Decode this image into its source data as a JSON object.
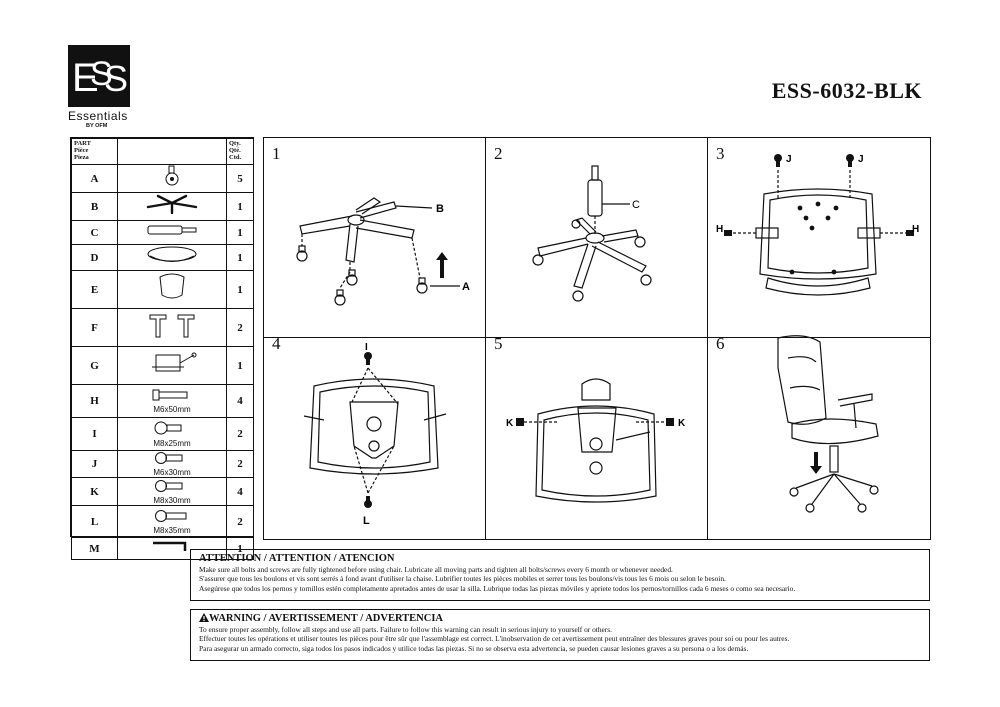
{
  "brand": {
    "name": "Essentials",
    "sub": "BY OFM"
  },
  "model": "ESS-6032-BLK",
  "table": {
    "head_part": [
      "PART",
      "Pièce",
      "Pieza"
    ],
    "head_qty": [
      "Qty.",
      "Qté.",
      "Ctd."
    ],
    "rows": [
      {
        "letter": "A",
        "qty": "5",
        "size": ""
      },
      {
        "letter": "B",
        "qty": "1",
        "size": ""
      },
      {
        "letter": "C",
        "qty": "1",
        "size": ""
      },
      {
        "letter": "D",
        "qty": "1",
        "size": ""
      },
      {
        "letter": "E",
        "qty": "1",
        "size": ""
      },
      {
        "letter": "F",
        "qty": "2",
        "size": ""
      },
      {
        "letter": "G",
        "qty": "1",
        "size": ""
      },
      {
        "letter": "H",
        "qty": "4",
        "size": "M6x50mm"
      },
      {
        "letter": "I",
        "qty": "2",
        "size": "M8x25mm"
      },
      {
        "letter": "J",
        "qty": "2",
        "size": "M6x30mm"
      },
      {
        "letter": "K",
        "qty": "4",
        "size": "M8x30mm"
      },
      {
        "letter": "L",
        "qty": "2",
        "size": "M8x35mm"
      },
      {
        "letter": "M",
        "qty": "1",
        "size": ""
      }
    ]
  },
  "steps": [
    {
      "number": "1",
      "labels": [
        "B",
        "A"
      ]
    },
    {
      "number": "2",
      "labels": [
        "C"
      ]
    },
    {
      "number": "3",
      "labels": [
        "J",
        "J",
        "H",
        "H"
      ]
    },
    {
      "number": "4",
      "labels": [
        "I",
        "L"
      ]
    },
    {
      "number": "5",
      "labels": [
        "K",
        "K"
      ]
    },
    {
      "number": "6",
      "labels": []
    }
  ],
  "attention": {
    "title": "ATTENTION / ATTENTION / ATENCION",
    "lines": [
      "Make sure all bolts and screws are fully tightened before using chair. Lubricate all moving parts and tighten all bolts/screws every 6 month or whenever needed.",
      "S'assurer que tous les boulons et vis sont serrés à fond avant d'utiliser la chaise. Lubrifier toutes les pièces mobiles et serrer tous les boulons/vis tous les 6 mois ou selon le besoin.",
      "Asegúrese que todos los pernos y tornillos estén completamente apretados antes de usar la silla. Lubrique todas las piezas móviles y apriete todos los pernos/tornillos cada 6 meses o como sea necesario."
    ]
  },
  "warning": {
    "title": "WARNING / AVERTISSEMENT / ADVERTENCIA",
    "lines": [
      "To ensure proper assembly, follow all steps and use all parts. Failure to follow this warning can result in serious injury to yourself or others.",
      "Effectuer toutes les opérations et utiliser toutes les pièces pour être sûr que l'assemblage est correct. L'inobservation de cet avertissement peut entraîner des blessures graves pour soi ou pour les autres.",
      "Para asegurar un armado correcto, siga todos los pasos indicados y utilice todas las piezas. Si no se observa esta advertencia, se pueden causar lesiones graves a su persona o a los demás."
    ]
  }
}
